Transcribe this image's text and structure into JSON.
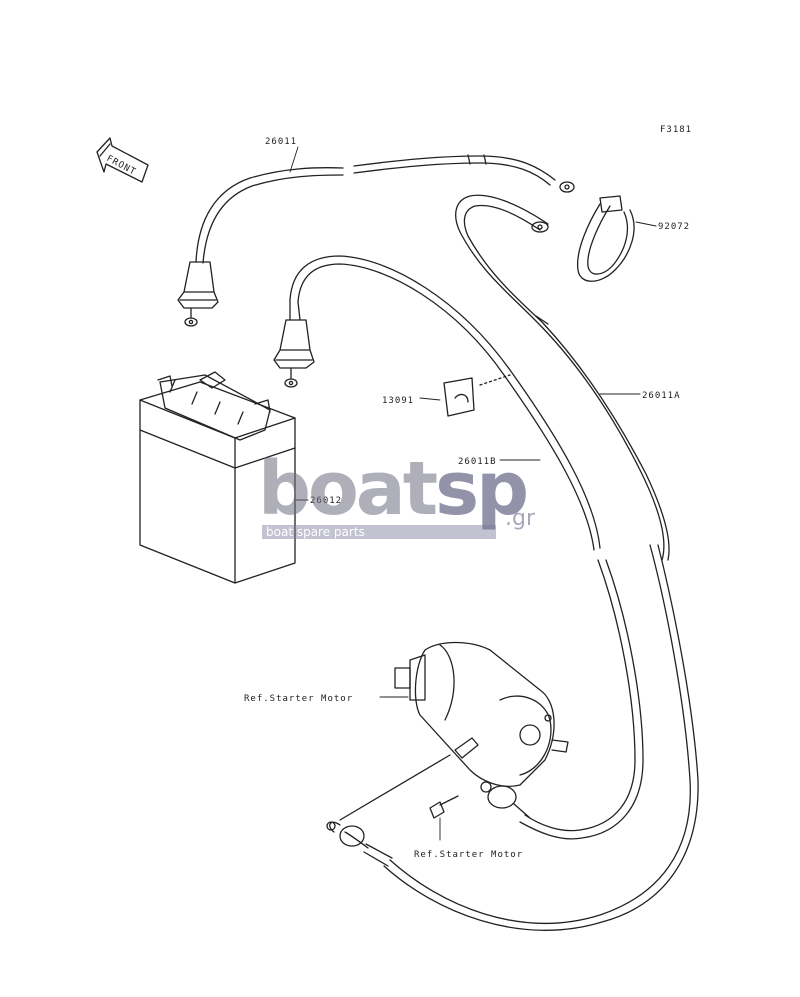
{
  "figure_code": "F3181",
  "front_label": "FRONT",
  "parts": [
    {
      "id": "cable_top",
      "number": "26011"
    },
    {
      "id": "cable_a",
      "number": "26011A"
    },
    {
      "id": "cable_b",
      "number": "26011B"
    },
    {
      "id": "battery",
      "number": "26012"
    },
    {
      "id": "band",
      "number": "92072"
    },
    {
      "id": "clamp",
      "number": "13091"
    }
  ],
  "references": {
    "starter_motor_1": "Ref.Starter Motor",
    "starter_motor_2": "Ref.Starter Motor"
  },
  "watermark": {
    "logo_left": "boat",
    "logo_right": "sp",
    "suffix": ".gr",
    "tagline": "boat spare parts"
  },
  "line_color": "#222222"
}
